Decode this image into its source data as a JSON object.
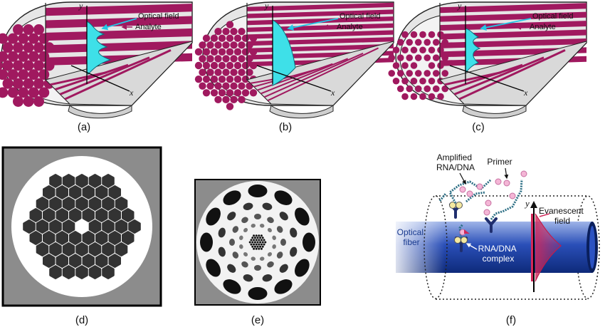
{
  "panels": [
    {
      "id": "a",
      "caption": "(a)",
      "x_axis": "x",
      "y_axis": "y",
      "optical_field": "Optical field",
      "analyte": "Analyte"
    },
    {
      "id": "b",
      "caption": "(b)",
      "x_axis": "x",
      "y_axis": "y",
      "optical_field": "Optical field",
      "analyte": "Analyte"
    },
    {
      "id": "c",
      "caption": "(c)",
      "x_axis": "x",
      "y_axis": "y",
      "optical_field": "Optical field",
      "analyte": "Analyte"
    },
    {
      "id": "d",
      "caption": "(d)"
    },
    {
      "id": "e",
      "caption": "(e)"
    },
    {
      "id": "f",
      "caption": "(f)",
      "y_axis": "y",
      "labels": {
        "amplified": [
          "Amplified",
          "RNA/DNA"
        ],
        "primer": "Primer",
        "evanescent": [
          "Evanescent",
          "field"
        ],
        "fiber": [
          "Optical",
          "fiber"
        ],
        "complex": [
          "RNA/DNA",
          "complex"
        ]
      }
    }
  ],
  "colors": {
    "analyte": "#a0195f",
    "cladding": "#e6e6e6",
    "field": "#3ee0e8",
    "arrow_cyan": "#22c8e6",
    "fiber_blue": "#1b3f9e",
    "antibody": "#1f2e6e",
    "dna": "#2d6f85",
    "bead": "#f4b6d6",
    "evanescent": "#d2285a"
  }
}
